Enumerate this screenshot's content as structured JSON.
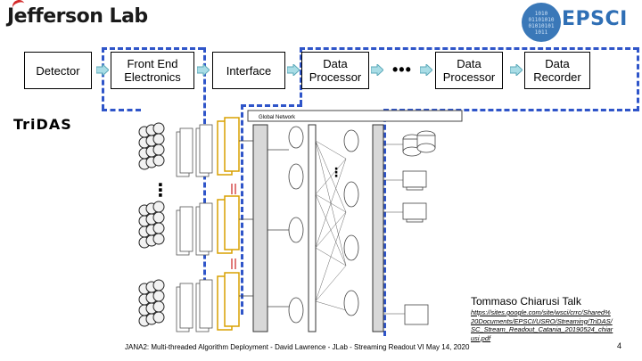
{
  "header": {
    "logo_text": "Jefferson Lab",
    "epsci_text": "EPSCI",
    "globe_digits": [
      "1010",
      "01101010",
      "01010101",
      "1011"
    ]
  },
  "pipeline": {
    "stages": [
      {
        "label": "Detector"
      },
      {
        "label": "Front End\nElectronics"
      },
      {
        "label": "Interface"
      },
      {
        "label": "Data\nProcessor"
      },
      {
        "label": "Data\nProcessor"
      },
      {
        "label": "Data\nRecorder"
      }
    ],
    "ellipsis": "•••",
    "colors": {
      "dash": "#2f55c9",
      "arrow_fill": "#a9dde6",
      "arrow_stroke": "#5aa8b8"
    }
  },
  "tridas_label": "TriDAS",
  "figure": {
    "global_network_label": "Global Network",
    "ellipsis_v": "⋮"
  },
  "credit": {
    "title": "Tommaso Chiarusi Talk",
    "link": "https://sites.google.com/site/wsci/crrc/Shared%20Documents/EPSCI/USRO/Streaming/TriDAS/SC_Stream_Readout_Catania_20190524_chiarusi.pdf"
  },
  "footer": {
    "text": "JANA2: Multi-threaded Algorithm Deployment - David Lawrence - JLab - Streaming Readout VI May 14, 2020",
    "page_number": "4"
  }
}
